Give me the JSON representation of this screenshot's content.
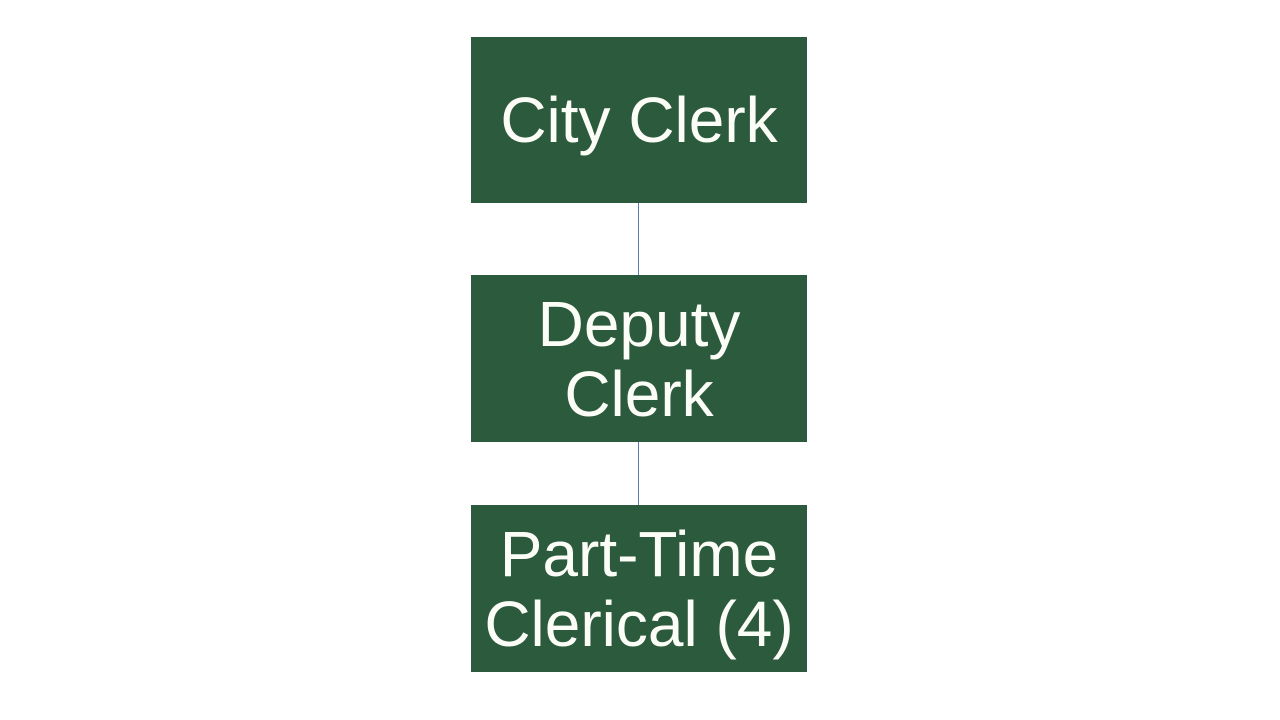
{
  "diagram": {
    "type": "org-chart",
    "background_color": "#ffffff",
    "node_fill_color": "#2b5a3c",
    "node_text_color": "#fdfdf7",
    "connector_color": "#5b7cae",
    "nodes": [
      {
        "id": "city-clerk",
        "label": "City Clerk",
        "level": 1
      },
      {
        "id": "deputy-clerk",
        "label": "Deputy Clerk",
        "level": 2
      },
      {
        "id": "part-time-clerical",
        "label": "Part-Time Clerical (4)",
        "level": 3
      }
    ],
    "edges": [
      {
        "from": "City Clerk",
        "to": "Deputy Clerk"
      },
      {
        "from": "Deputy Clerk",
        "to": "Part-Time Clerical (4)"
      }
    ]
  }
}
